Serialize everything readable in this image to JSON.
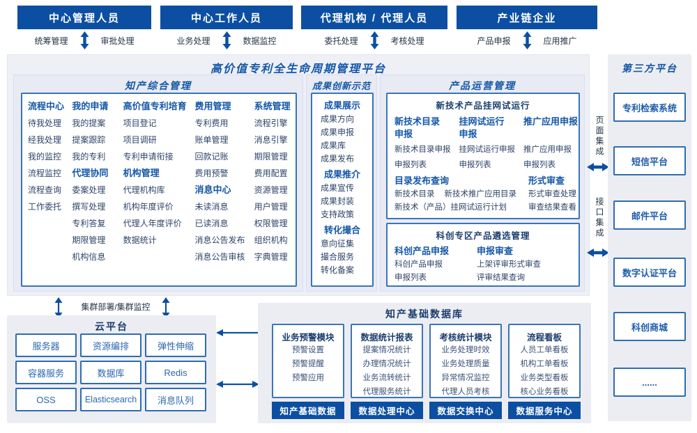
{
  "colors": {
    "primary": "#0c4fa2",
    "accent": "#1457a8",
    "navy": "#1c3d6e",
    "item_text": "#2e4468"
  },
  "actors": [
    {
      "title": "中心管理人员",
      "left": "统筹管理",
      "right": "审批处理"
    },
    {
      "title": "中心工作人员",
      "left": "业务处理",
      "right": "数据监控"
    },
    {
      "title": "代理机构 / 代理人员",
      "left": "委托处理",
      "right": "考核处理"
    },
    {
      "title": "产业链企业",
      "left": "产品申报",
      "right": "应用推广"
    }
  ],
  "platform": {
    "title": "高价值专利全生命周期管理平台",
    "ip": {
      "title": "知产综合管理",
      "columns": [
        {
          "groups": [
            {
              "header": "流程中心",
              "items": [
                "待我处理",
                "经我处理",
                "我的监控",
                "流程监控",
                "流程查询",
                "工作委托"
              ]
            }
          ]
        },
        {
          "groups": [
            {
              "header": "我的申请",
              "items": [
                "我的提案",
                "提案跟踪",
                "我的专利"
              ]
            },
            {
              "header": "代理协同",
              "items": [
                "委案处理",
                "撰写处理",
                "专利答复",
                "期限管理",
                "机构信息"
              ]
            }
          ]
        },
        {
          "groups": [
            {
              "header": "高价值专利培育",
              "items": [
                "项目登记",
                "项目调研",
                "专利申请衔接"
              ]
            },
            {
              "header": "机构管理",
              "items": [
                "代理机构库",
                "机构年度评价",
                "代理人年度评价",
                "数据统计"
              ]
            }
          ]
        },
        {
          "groups": [
            {
              "header": "费用管理",
              "items": [
                "专利费用",
                "账单管理",
                "回款记账",
                "费用预警"
              ]
            },
            {
              "header": "消息中心",
              "items": [
                "未读消息",
                "已读消息",
                "消息公告发布",
                "消息公告审核"
              ]
            }
          ]
        },
        {
          "groups": [
            {
              "header": "系统管理",
              "items": [
                "流程引擎",
                "消息引擎",
                "期限管理",
                "费用配置",
                "资源管理",
                "用户管理",
                "权限管理",
                "组织机构",
                "字典管理"
              ]
            }
          ]
        }
      ]
    },
    "achievement": {
      "title": "成果创新示范",
      "groups": [
        {
          "header": "成果展示",
          "items": [
            "成果方向",
            "成果申报",
            "成果库",
            "成果发布"
          ]
        },
        {
          "header": "成果推介",
          "items": [
            "成果宣传",
            "成果封装",
            "支持政策"
          ]
        },
        {
          "header": "转化撮合",
          "items": [
            "意向征集",
            "撮合服务",
            "转化备案"
          ]
        }
      ]
    },
    "product": {
      "title": "产品运营管理",
      "boxes": [
        {
          "title": "新技术产品挂网试运行",
          "groups": [
            {
              "header": "新技术目录申报",
              "items": [
                "新技术目录申报",
                "申报列表"
              ]
            },
            {
              "header": "挂网试运行申报",
              "items": [
                "挂网试运行申报",
                "申报列表"
              ]
            },
            {
              "header": "推广应用申报",
              "items": [
                "推广应用申报",
                "申报列表"
              ]
            },
            {
              "header": "目录发布查询",
              "items": [
                "新技术目录",
                "新技术推广应用目录",
                "新技术（产品）挂网试运行计划"
              ]
            },
            {
              "header": "形式审查",
              "items": [
                "形式审查处理",
                "审查结果查看"
              ]
            }
          ]
        },
        {
          "title": "科创专区产品遴选管理",
          "groups": [
            {
              "header": "科创产品申报",
              "items": [
                "科创产品申报",
                "申报列表"
              ]
            },
            {
              "header": "申报审查",
              "items": [
                "上架评审形式审查",
                "评审结果查询"
              ]
            }
          ]
        }
      ]
    }
  },
  "integration": {
    "page_label": "页面集成",
    "api_label": "接口集成"
  },
  "third_party": {
    "title": "第三方平台",
    "items": [
      "专利检索系统",
      "短信平台",
      "邮件平台",
      "数字认证平台",
      "科创商城",
      "......"
    ]
  },
  "cluster_label": "集群部署/集群监控",
  "cloud": {
    "title": "云平台",
    "items": [
      "服务器",
      "资源编排",
      "弹性伸缩",
      "容器服务",
      "数据库",
      "Redis",
      "OSS",
      "Elasticsearch",
      "消息队列"
    ]
  },
  "database": {
    "title": "知产基础数据库",
    "columns": [
      {
        "header": "业务预警模块",
        "items": [
          "预警设置",
          "预警提醒",
          "预警应用"
        ],
        "badge": "知产基础数据"
      },
      {
        "header": "数据统计报表",
        "items": [
          "提案情况统计",
          "办理情况统计",
          "业务流转统计",
          "代理服务统计"
        ],
        "badge": "数据处理中心"
      },
      {
        "header": "考核统计模块",
        "items": [
          "业务处理时效",
          "业务处理质量",
          "异常情况监控",
          "代理人员考核"
        ],
        "badge": "数据交换中心"
      },
      {
        "header": "流程看板",
        "items": [
          "人员工单看板",
          "机构工单看板",
          "业务类型看板",
          "核心业务看板"
        ],
        "badge": "数据服务中心"
      }
    ]
  }
}
